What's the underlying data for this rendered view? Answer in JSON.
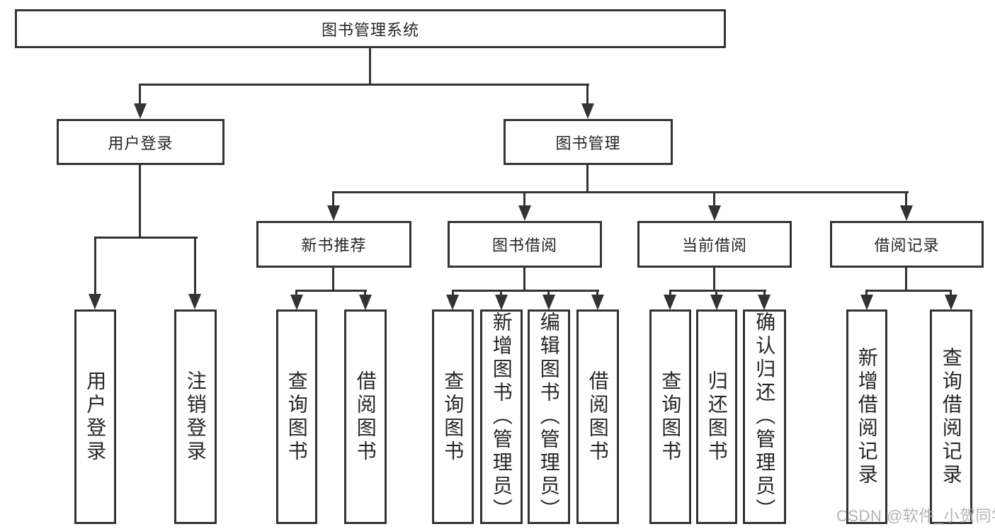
{
  "tree": {
    "label": "图书管理系统",
    "children": [
      {
        "label": "用户登录",
        "children": [
          {
            "label": "用户登录"
          },
          {
            "label": "注销登录"
          }
        ]
      },
      {
        "label": "图书管理",
        "children": [
          {
            "label": "新书推荐",
            "children": [
              {
                "label": "查询图书"
              },
              {
                "label": "借阅图书"
              }
            ]
          },
          {
            "label": "图书借阅",
            "children": [
              {
                "label": "查询图书"
              },
              {
                "label": "新增图书（管理员）"
              },
              {
                "label": "编辑图书（管理员）"
              },
              {
                "label": "借阅图书"
              }
            ]
          },
          {
            "label": "当前借阅",
            "children": [
              {
                "label": "查询图书"
              },
              {
                "label": "归还图书"
              },
              {
                "label": "确认归还（管理员）"
              }
            ]
          },
          {
            "label": "借阅记录",
            "children": [
              {
                "label": "新增借阅记录"
              },
              {
                "label": "查询借阅记录"
              }
            ]
          }
        ]
      }
    ]
  },
  "watermark": {
    "text": "CSDN @软件_小贺同学"
  },
  "colors": {
    "line": "#333333",
    "text": "#262626",
    "watermark": "#b5b2b2",
    "background": "#ffffff"
  }
}
